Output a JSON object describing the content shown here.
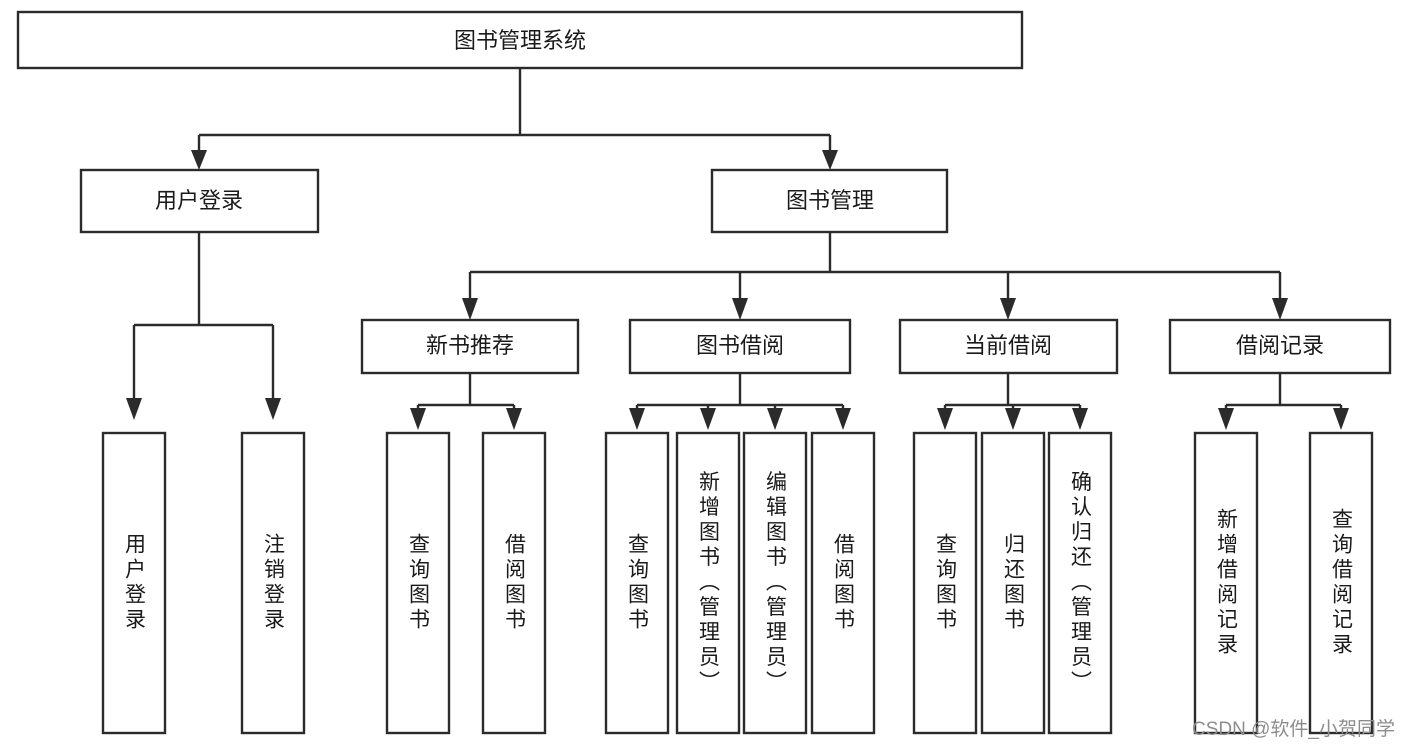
{
  "diagram": {
    "kind": "tree-hierarchy-diagram",
    "title": "图书管理系统",
    "colors": {
      "background": "#ffffff",
      "stroke": "#2b2b2b",
      "node_fill": "#ffffff",
      "label": "#1a1a1a",
      "watermark": "#8d8d8d"
    },
    "root": {
      "label": "图书管理系统"
    },
    "level2": [
      {
        "label": "用户登录"
      },
      {
        "label": "图书管理"
      }
    ],
    "level3": [
      {
        "label": "新书推荐"
      },
      {
        "label": "图书借阅"
      },
      {
        "label": "当前借阅"
      },
      {
        "label": "借阅记录"
      }
    ],
    "leaves": {
      "user_login": [
        {
          "label": "用户登录"
        },
        {
          "label": "注销登录"
        }
      ],
      "new_book_recommend": [
        {
          "label": "查询图书"
        },
        {
          "label": "借阅图书"
        }
      ],
      "book_borrow": [
        {
          "label": "查询图书"
        },
        {
          "label": "新增图书（管理员）"
        },
        {
          "label": "编辑图书（管理员）"
        },
        {
          "label": "借阅图书"
        }
      ],
      "current_borrow": [
        {
          "label": "查询图书"
        },
        {
          "label": "归还图书"
        },
        {
          "label": "确认归还（管理员）"
        }
      ],
      "borrow_record": [
        {
          "label": "新增借阅记录"
        },
        {
          "label": "查询借阅记录"
        }
      ]
    },
    "watermark": "CSDN @软件_小贺同学"
  }
}
